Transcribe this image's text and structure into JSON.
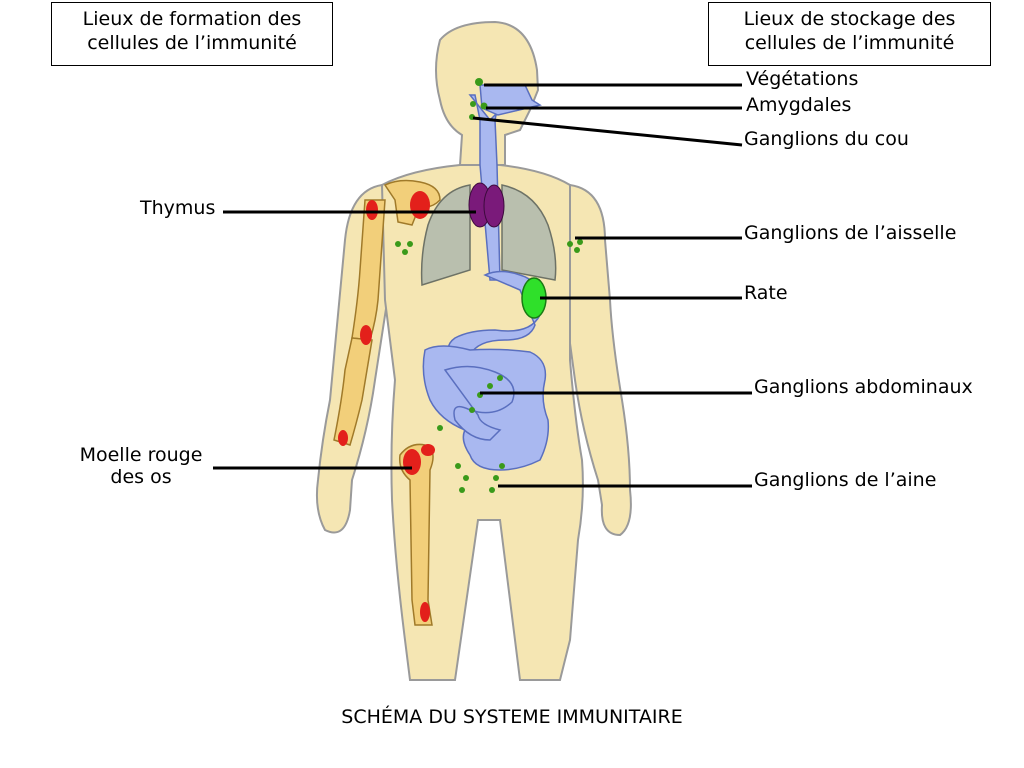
{
  "header": {
    "formation_box": "Lieux de formation des\ncellules de l’immunité",
    "storage_box": "Lieux de stockage des\ncellules de l’immunité"
  },
  "labels": {
    "vegetations": "Végétations",
    "amygdales": "Amygdales",
    "ganglions_cou": "Ganglions du cou",
    "thymus": "Thymus",
    "ganglions_aisselle": "Ganglions de l’aisselle",
    "rate": "Rate",
    "ganglions_abdominaux": "Ganglions abdominaux",
    "moelle_rouge": "Moelle rouge\ndes os",
    "ganglions_aine": "Ganglions de l’aine"
  },
  "title": "SCHÉMA DU SYSTEME IMMUNITAIRE",
  "colors": {
    "skin": "#f5e6b3",
    "skin_outline": "#9a9a9a",
    "bone": "#f2cf7a",
    "marrow": "#e3201b",
    "lungs": "#b9bfae",
    "digestive": "#a9b8f0",
    "thymus": "#7a1a7a",
    "spleen": "#2fe02a",
    "lymph_nodes": "#3a9a1a"
  }
}
